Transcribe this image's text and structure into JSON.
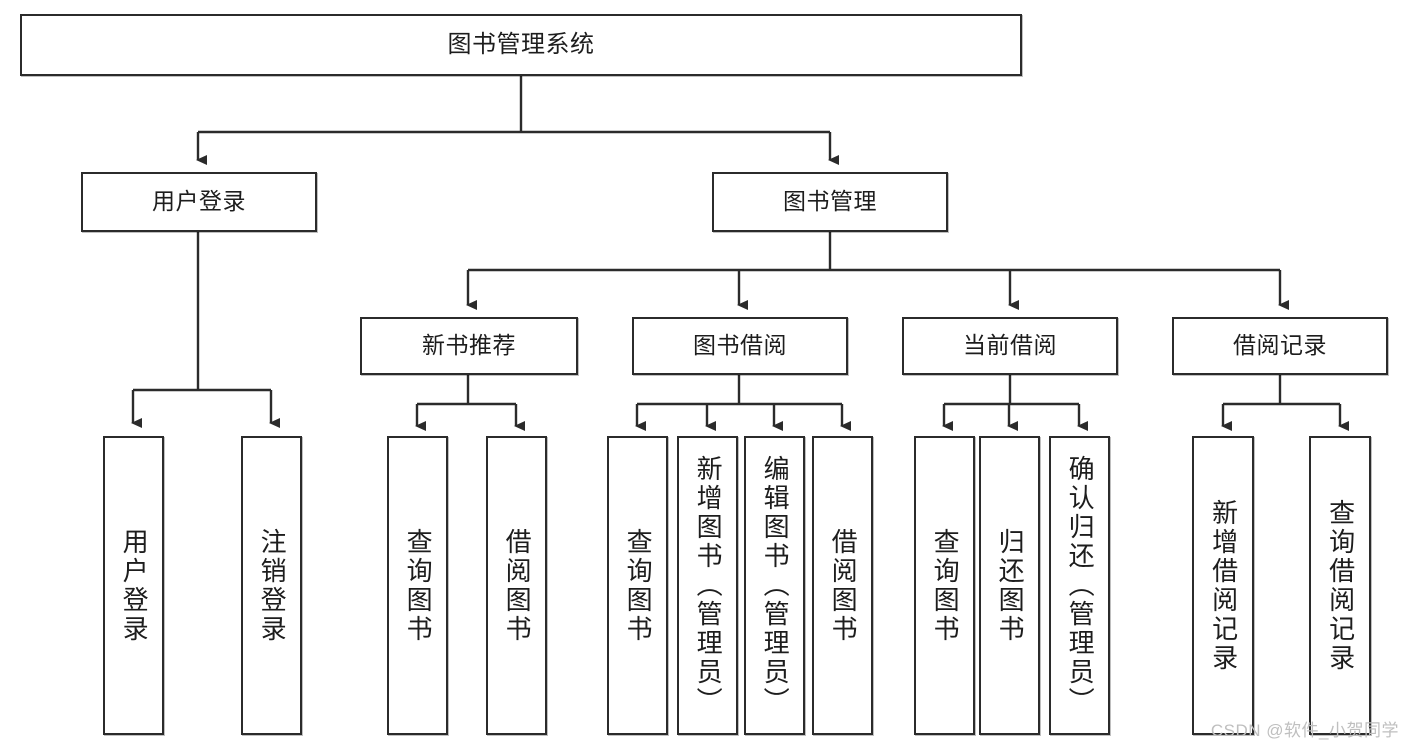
{
  "diagram": {
    "title": "图书管理系统",
    "type": "tree-hierarchy",
    "watermark": "CSDN @软件_小贺同学",
    "colors": {
      "box_border": "#2b2b2b",
      "box_fill": "#ffffff",
      "connector": "#2b2b2b",
      "text": "#1d1d1d",
      "watermark": "#bfbfbf"
    },
    "root": {
      "label": "图书管理系统"
    },
    "level2": [
      {
        "label": "用户登录"
      },
      {
        "label": "图书管理"
      }
    ],
    "level3": [
      {
        "label": "新书推荐"
      },
      {
        "label": "图书借阅"
      },
      {
        "label": "当前借阅"
      },
      {
        "label": "借阅记录"
      }
    ],
    "leaves": {
      "user_login": [
        {
          "label": "用户登录"
        },
        {
          "label": "注销登录"
        }
      ],
      "new_book_recommend": [
        {
          "label": "查询图书"
        },
        {
          "label": "借阅图书"
        }
      ],
      "book_borrow": [
        {
          "label": "查询图书"
        },
        {
          "label": "新增图书（管理员）"
        },
        {
          "label": "编辑图书（管理员）"
        },
        {
          "label": "借阅图书"
        }
      ],
      "current_borrow": [
        {
          "label": "查询图书"
        },
        {
          "label": "归还图书"
        },
        {
          "label": "确认归还（管理员）"
        }
      ],
      "borrow_record": [
        {
          "label": "新增借阅记录"
        },
        {
          "label": "查询借阅记录"
        }
      ]
    }
  }
}
